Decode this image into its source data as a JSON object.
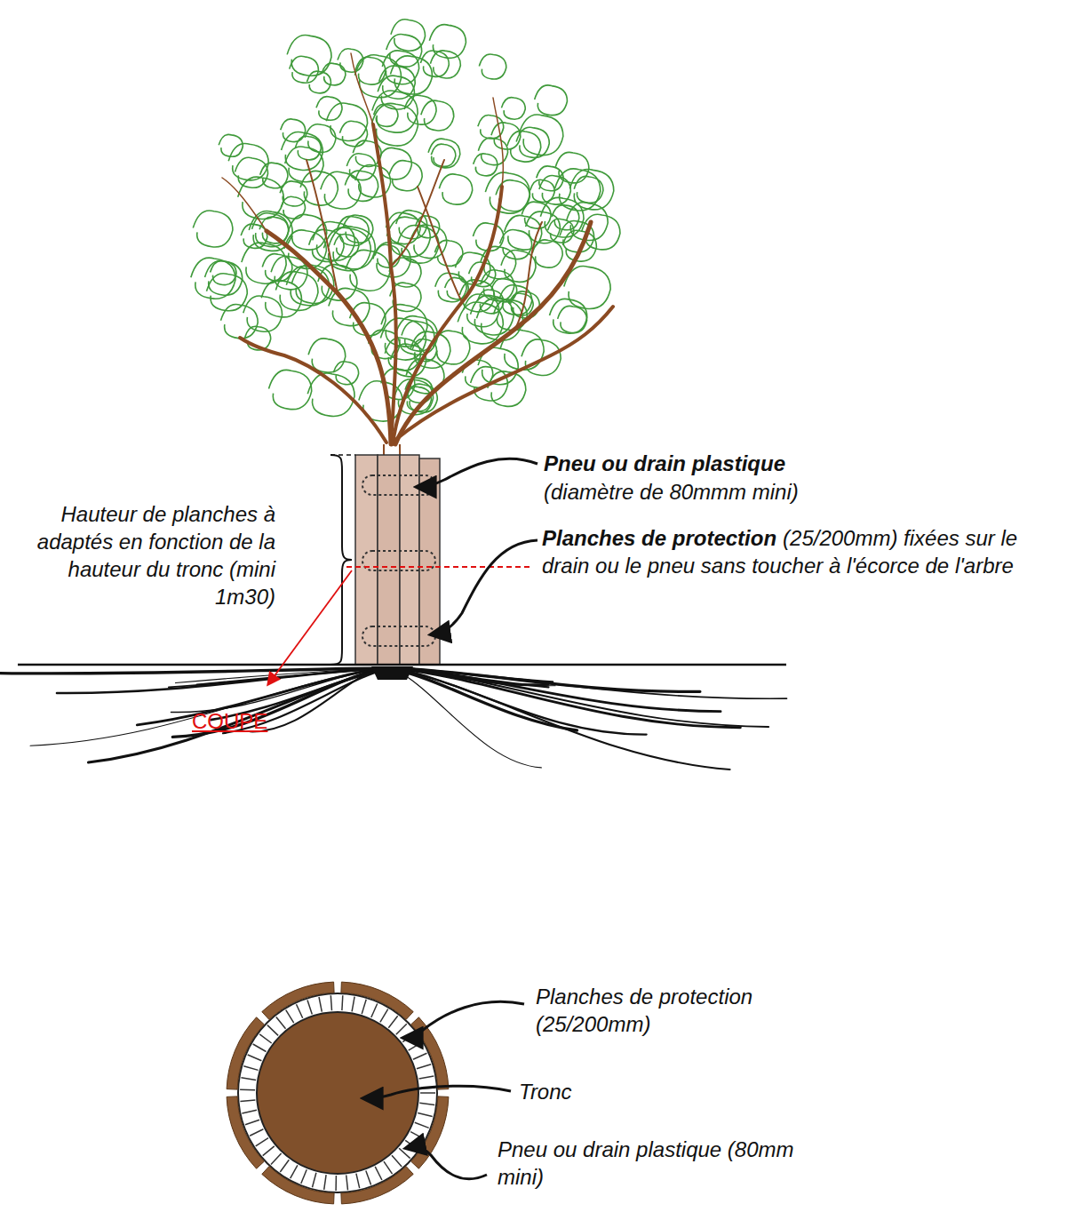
{
  "diagram": {
    "labels": [
      "Pneu ou drain plastique",
      "(diamètre de 80mmm mini)",
      "Planches de protection",
      "(25/200mm) fixées sur le drain ou le pneu sans toucher à l'écorce de l'arbre",
      "Hauteur de planches à adaptés en fonction de la hauteur du tronc (mini 1m30)",
      "COUPE",
      "Planches de protection (25/200mm)",
      "Tronc",
      "Pneu ou drain plastique (80mm mini)"
    ]
  }
}
